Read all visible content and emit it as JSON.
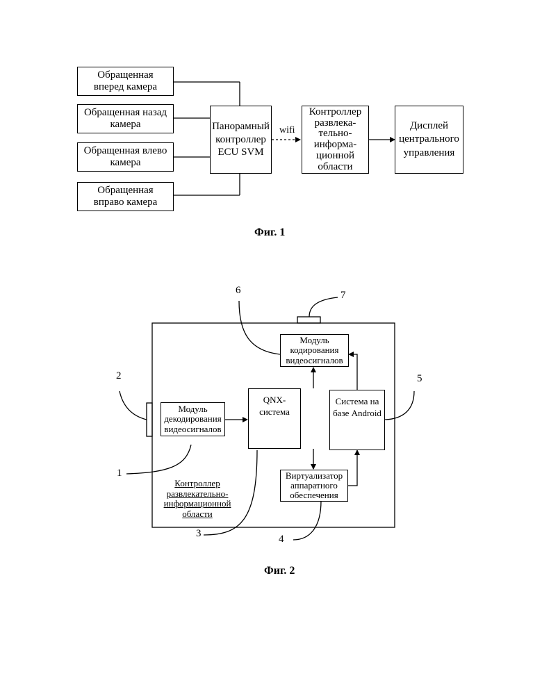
{
  "fig1": {
    "cameras": [
      [
        "Обращенная",
        "вперед камера"
      ],
      [
        "Обращенная назад",
        "камера"
      ],
      [
        "Обращенная влево",
        "камера"
      ],
      [
        "Обращенная",
        "вправо камера"
      ]
    ],
    "svm": [
      "Панорамный",
      "контроллер",
      "ECU SVM"
    ],
    "wifi_label": "wifi",
    "infotainment": [
      "Контроллер",
      "развлека-",
      "тельно-",
      "информа-",
      "ционной",
      "области"
    ],
    "display": [
      "Дисплей",
      "центрального",
      "управления"
    ],
    "caption": "Фиг. 1"
  },
  "fig2": {
    "encode_module": [
      "Модуль",
      "кодирования",
      "видеосигналов"
    ],
    "decode_module": [
      "Модуль",
      "декодирования",
      "видеосигналов"
    ],
    "qnx": [
      "QNX-",
      "система"
    ],
    "android": [
      "Система на",
      "базе Android"
    ],
    "hypervisor": [
      "Виртуализатор",
      "аппаратного",
      "обеспечения"
    ],
    "controller_label": [
      "Контроллер",
      "развлекательно-",
      "информационной",
      "области"
    ],
    "refs": {
      "r1": "1",
      "r2": "2",
      "r3": "3",
      "r4": "4",
      "r5": "5",
      "r6": "6",
      "r7": "7"
    },
    "caption": "Фиг. 2"
  }
}
